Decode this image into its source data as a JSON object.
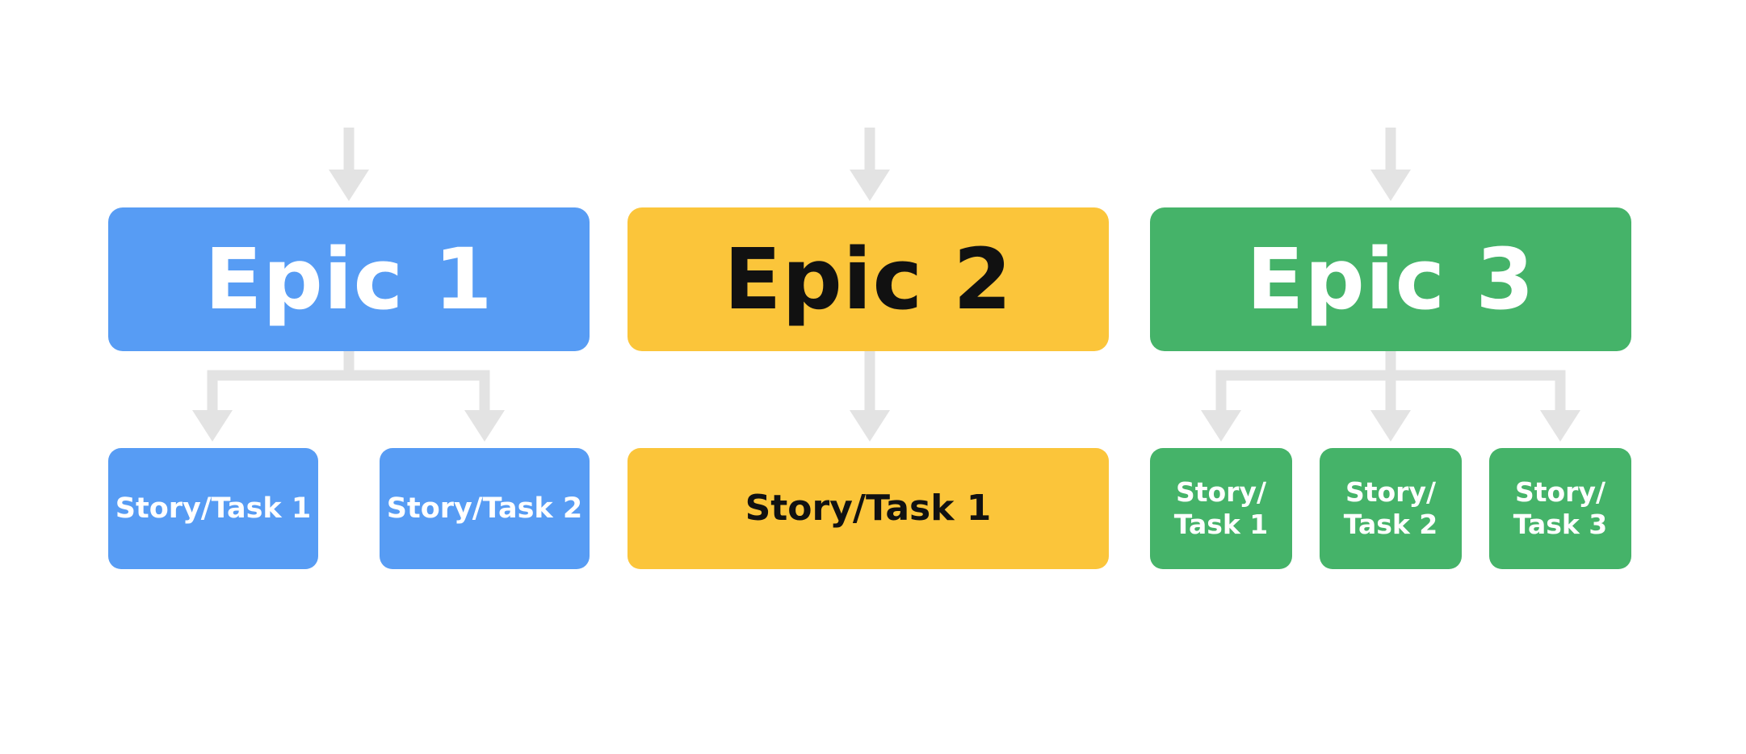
{
  "colors": {
    "epic1": "#579cf4",
    "epic2": "#fbc53a",
    "epic3": "#45b369",
    "connector": "#e3e3e3"
  },
  "epics": [
    {
      "label": "Epic 1",
      "stories": [
        "Story/Task 1",
        "Story/Task 2"
      ]
    },
    {
      "label": "Epic 2",
      "stories": [
        "Story/Task 1"
      ]
    },
    {
      "label": "Epic 3",
      "stories": [
        "Story/\nTask 1",
        "Story/\nTask 2",
        "Story/\nTask 3"
      ]
    }
  ]
}
